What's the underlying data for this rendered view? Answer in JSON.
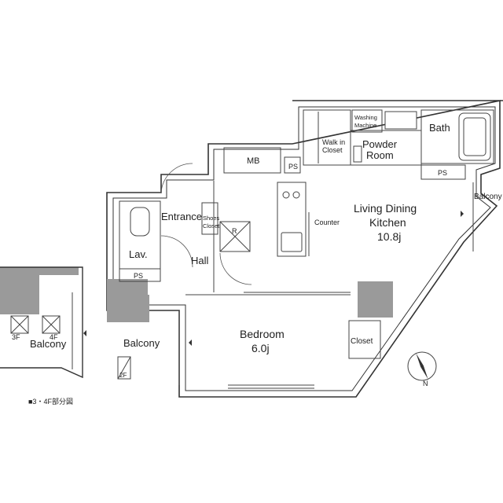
{
  "rooms": {
    "mb": "MB",
    "ps_top": "PS",
    "walk_in_line1": "Walk in",
    "walk_in_line2": "Closet",
    "washing_line1": "Washing",
    "washing_line2": "Machine",
    "powder_line1": "Powder",
    "powder_line2": "Room",
    "bath": "Bath",
    "ps_right": "PS",
    "balcony_right": "Balcony",
    "ldk_line1": "Living Dining",
    "ldk_line2": "Kitchen",
    "ldk_size": "10.8j",
    "counter": "Counter",
    "entrance": "Entrance",
    "shoes_line1": "Shoes",
    "shoes_line2": "Closet",
    "refrigerator": "R",
    "lav": "Lav.",
    "hall": "Hall",
    "ps_left": "PS",
    "bedroom": "Bedroom",
    "bedroom_size": "6.0j",
    "closet": "Closet",
    "balcony_main": "Balcony",
    "floor_2f": "2F",
    "inset_balcony": "Balcony",
    "inset_3f": "3F",
    "inset_4f": "4F"
  },
  "compass": {
    "north": "N"
  },
  "inset_caption": "■3・4F部分図",
  "colors": {
    "wall_fill": "#9a9a9a",
    "line": "#333333",
    "background": "#ffffff"
  }
}
